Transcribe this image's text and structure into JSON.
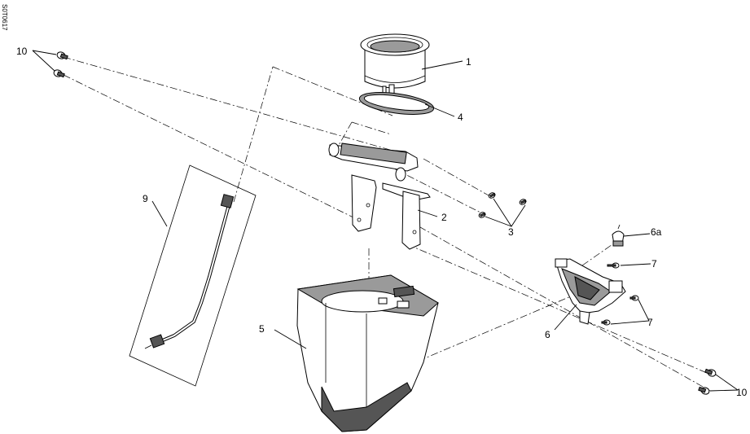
{
  "drawing_code": "S0T0617",
  "callouts": {
    "c1": "1",
    "c2": "2",
    "c3": "3",
    "c4": "4",
    "c5": "5",
    "c6": "6",
    "c6a": "6a",
    "c7a": "7",
    "c7b": "7",
    "c9": "9",
    "c10a": "10",
    "c10b": "10"
  }
}
